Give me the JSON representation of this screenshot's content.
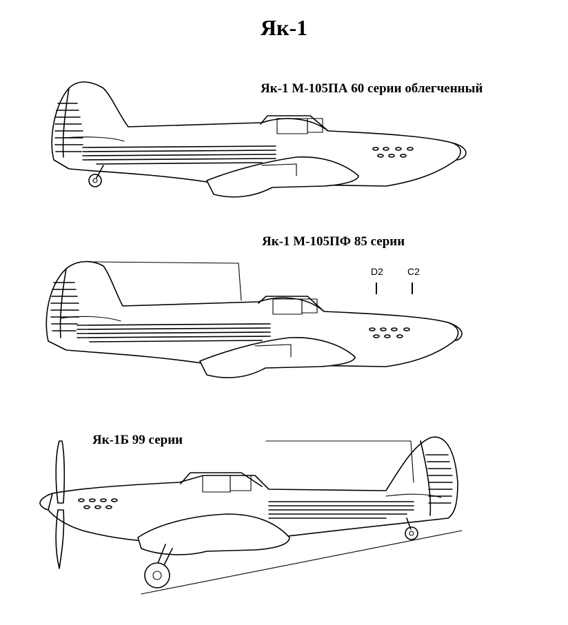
{
  "title": "Як-1",
  "aircraft": [
    {
      "caption": "Як-1 М-105ПА 60 серии облегченный"
    },
    {
      "caption": "Як-1 М-105ПФ 85 серии",
      "markers": {
        "d": "D2",
        "c": "C2"
      }
    },
    {
      "caption": "Як-1Б 99 серии"
    }
  ]
}
